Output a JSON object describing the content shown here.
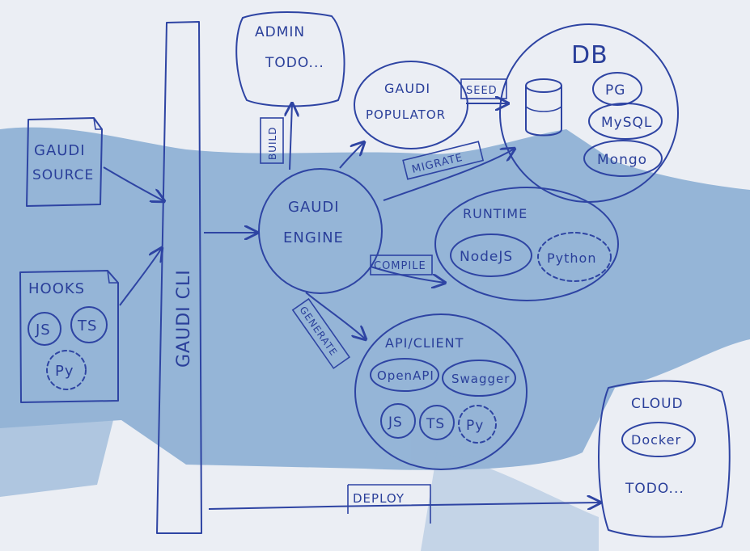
{
  "background": {
    "paper": "#ebeef4",
    "shadow": "#4f86bf",
    "ink": "#2e44a3"
  },
  "cli": {
    "label": "GAUDI CLI"
  },
  "admin": {
    "title": "ADMIN",
    "subtitle": "TODO..."
  },
  "source": {
    "label_line1": "GAUDI",
    "label_line2": "SOURCE"
  },
  "hooks": {
    "title": "HOOKS",
    "items": [
      "JS",
      "TS",
      "Py"
    ]
  },
  "engine": {
    "label_line1": "GAUDI",
    "label_line2": "ENGINE"
  },
  "populator": {
    "label_line1": "GAUDI",
    "label_line2": "POPULATOR"
  },
  "db": {
    "title": "DB",
    "items": [
      "PG",
      "MySQL",
      "Mongo"
    ]
  },
  "runtime": {
    "title": "RUNTIME",
    "items": [
      "NodeJS",
      "Python"
    ]
  },
  "api_client": {
    "title": "API/CLIENT",
    "specs": [
      "OpenAPI",
      "Swagger"
    ],
    "langs": [
      "JS",
      "TS",
      "Py"
    ]
  },
  "cloud": {
    "title": "CLOUD",
    "item": "Docker",
    "todo": "TODO..."
  },
  "edges": {
    "build": "BUILD",
    "seed": "SEED",
    "migrate": "MIGRATE",
    "compile": "COMPILE",
    "generate": "GENERATE",
    "deploy": "DEPLOY"
  }
}
